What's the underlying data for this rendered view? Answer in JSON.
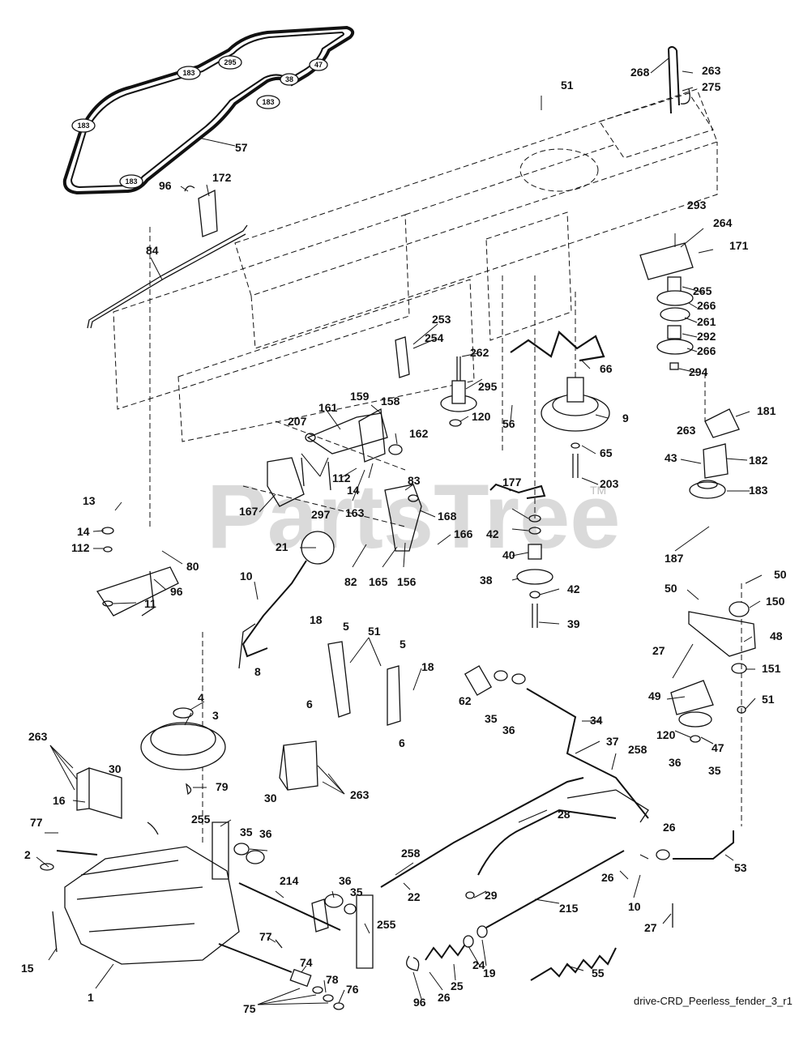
{
  "watermark": {
    "text": "PartsTree",
    "tm": "TM"
  },
  "caption": "drive-CRD_Peerless_fender_3_r1",
  "belt_tags": [
    "183",
    "295",
    "47",
    "38",
    "183",
    "183",
    "183"
  ],
  "callouts": [
    "57",
    "51",
    "268",
    "263",
    "275",
    "96",
    "172",
    "84",
    "293",
    "264",
    "171",
    "265",
    "266",
    "261",
    "292",
    "266",
    "294",
    "253",
    "254",
    "262",
    "66",
    "295",
    "120",
    "56",
    "9",
    "161",
    "159",
    "158",
    "162",
    "207",
    "167",
    "297",
    "112",
    "14",
    "163",
    "83",
    "168",
    "166",
    "165",
    "156",
    "82",
    "21",
    "13",
    "14",
    "112",
    "80",
    "96",
    "11",
    "65",
    "203",
    "181",
    "263",
    "43",
    "182",
    "183",
    "187",
    "177",
    "42",
    "40",
    "38",
    "42",
    "39",
    "10",
    "8",
    "18",
    "5",
    "51",
    "5",
    "18",
    "6",
    "6",
    "50",
    "50",
    "150",
    "48",
    "27",
    "151",
    "49",
    "51",
    "120",
    "47",
    "62",
    "35",
    "36",
    "34",
    "37",
    "4",
    "3",
    "79",
    "263",
    "30",
    "16",
    "30",
    "263",
    "258",
    "36",
    "35",
    "77",
    "2",
    "255",
    "35",
    "36",
    "214",
    "36",
    "35",
    "255",
    "28",
    "26",
    "258",
    "22",
    "29",
    "26",
    "10",
    "53",
    "215",
    "27",
    "15",
    "1",
    "77",
    "74",
    "78",
    "76",
    "75",
    "19",
    "24",
    "25",
    "26",
    "96",
    "55"
  ]
}
